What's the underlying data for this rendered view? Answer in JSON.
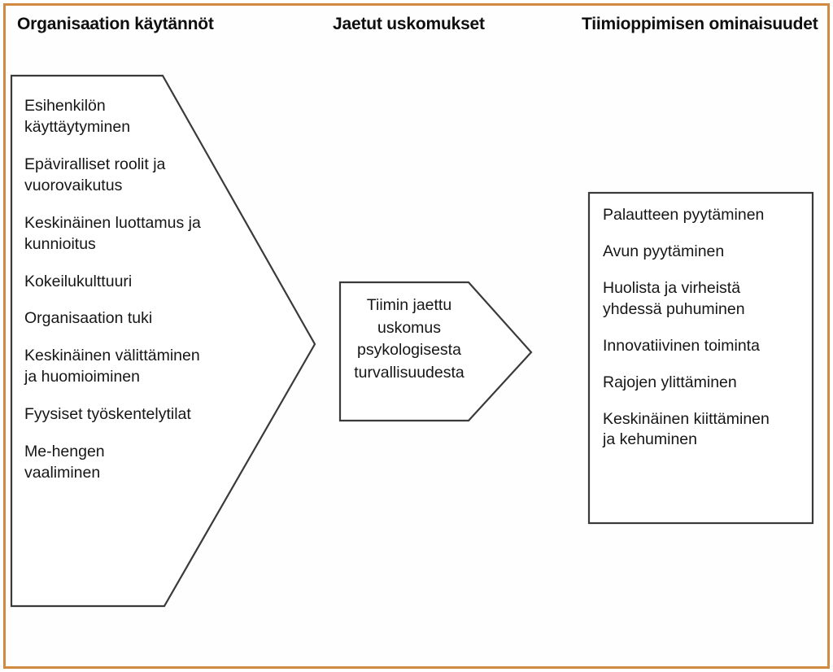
{
  "frame": {
    "border_color": "#d08a41",
    "background": "#ffffff"
  },
  "columns": {
    "practices_title": "Organisaation käytännöt",
    "beliefs_title": "Jaetut uskomukset",
    "features_title": "Tiimioppimisen ominaisuudet"
  },
  "practices": {
    "shape": "right-arrow",
    "items": [
      "Esihenkilön\nkäyttäytyminen",
      "Epäviralliset roolit ja\nvuorovaikutus",
      "Keskinäinen luottamus ja\nkunnioitus",
      "Kokeilukulttuuri",
      "Organisaation tuki",
      "Keskinäinen välittäminen\nja huomioiminen",
      "Fyysiset työskentelytilat",
      "Me-hengen\nvaaliminen"
    ]
  },
  "beliefs": {
    "shape": "chevron-arrow",
    "text": "Tiimin jaettu\nuskomus\npsykologisesta\nturvallisuudesta"
  },
  "features": {
    "shape": "rectangle",
    "items": [
      "Palautteen pyytäminen",
      "Avun pyytäminen",
      "Huolista ja virheistä\nyhdessä puhuminen",
      "Innovatiivinen toiminta",
      "Rajojen ylittäminen",
      "Keskinäinen kiittäminen\nja kehuminen"
    ]
  },
  "colors": {
    "outline": "#3a3a3a",
    "text": "#161616",
    "frame": "#d08a41"
  }
}
